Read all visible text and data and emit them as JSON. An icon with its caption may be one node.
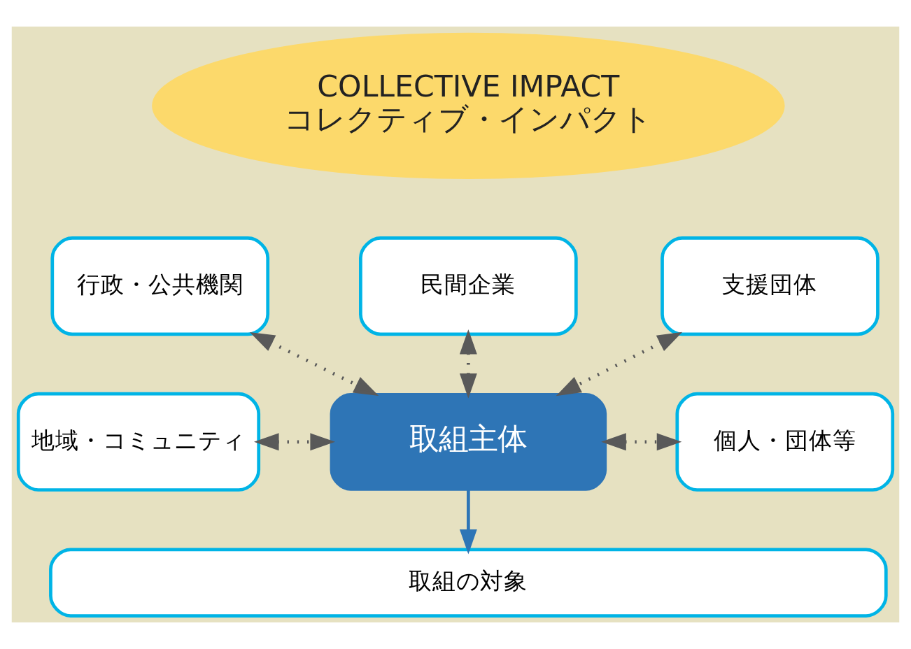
{
  "diagram": {
    "nodes": [
      {
        "text": [
          "COLLECTIVE IMPACT",
          "コレクティブ・インパクト"
        ]
      },
      {
        "text": [
          "行政・公共機関"
        ]
      },
      {
        "text": [
          "民間企業"
        ]
      },
      {
        "text": [
          "支援団体"
        ]
      },
      {
        "text": [
          "地域・コミュニティ"
        ]
      },
      {
        "text": [
          "取組主体"
        ]
      },
      {
        "text": [
          "個人・団体等"
        ]
      },
      {
        "text": [
          "取組の対象"
        ]
      }
    ],
    "edges": [
      {
        "from": 1,
        "to": 5,
        "arrow": "both",
        "style": "dashed"
      },
      {
        "from": 2,
        "to": 5,
        "arrow": "both",
        "style": "dashed"
      },
      {
        "from": 3,
        "to": 5,
        "arrow": "both",
        "style": "dashed"
      },
      {
        "from": 4,
        "to": 5,
        "arrow": "both",
        "style": "dashed"
      },
      {
        "from": 5,
        "to": 6,
        "arrow": "both",
        "style": "dashed"
      },
      {
        "from": 5,
        "to": 7,
        "arrow": "to",
        "color": "#2e75b6"
      }
    ]
  }
}
